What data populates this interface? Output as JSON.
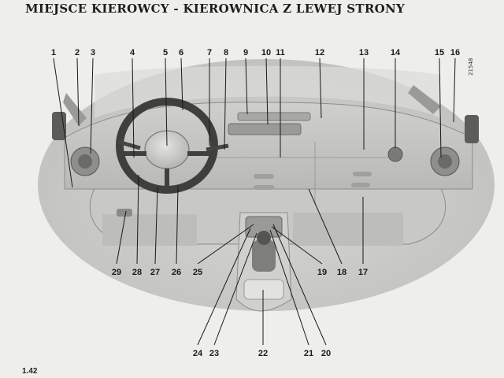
{
  "page": {
    "title": "MIEJSCE KIEROWCY - KIEROWNICA Z LEWEJ STRONY",
    "page_number": "1.42",
    "figure_code": "21548"
  },
  "illustration": {
    "subject": "car-dashboard-left-hand-drive",
    "callouts_top": [
      "1",
      "2",
      "3",
      "4",
      "5",
      "6",
      "7",
      "8",
      "9",
      "10",
      "11",
      "12",
      "13",
      "14",
      "15",
      "16"
    ],
    "callouts_bottom": [
      "29",
      "28",
      "27",
      "26",
      "25",
      "19",
      "18",
      "17",
      "24",
      "23",
      "22",
      "21",
      "20"
    ]
  }
}
